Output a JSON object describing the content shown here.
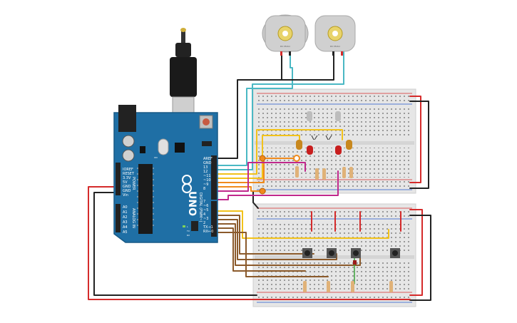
{
  "arduino": {
    "logo_text": "UNO",
    "power_labels": [
      "IOREF",
      "RESET",
      "3.3V",
      "5V",
      "GND",
      "GND",
      "Vin"
    ],
    "power_header": "POWER",
    "analog_labels": [
      "A0",
      "A1",
      "A2",
      "A3",
      "A4",
      "A5"
    ],
    "analog_header": "ANALOG IN",
    "digital_labels": [
      "AREF",
      "GND",
      "13",
      "12",
      "~11",
      "~10",
      "~9",
      "8",
      "7",
      "~6",
      "~5",
      "4",
      "~3",
      "2",
      "TX→1",
      "RX←0"
    ],
    "digital_header": "DIGITAL (PWM~)",
    "led_labels": [
      "L",
      "TX",
      "RX",
      "ON"
    ]
  },
  "motors": [
    {
      "label": "DC Motor"
    },
    {
      "label": "DC Motor"
    }
  ],
  "colors": {
    "board": "#1f6fa5",
    "breadboard": "#e8e8e8",
    "wire_black": "#222222",
    "wire_red": "#d52b2b",
    "wire_teal": "#4ab8c4",
    "wire_yellow": "#f2c21a",
    "wire_orange": "#f08a1c",
    "wire_brown": "#8b5a2b",
    "wire_magenta": "#c0288c"
  },
  "icons": {
    "usb": "usb-plug-icon",
    "motor": "dc-motor-icon",
    "button": "push-button-icon",
    "led": "led-icon",
    "resistor": "resistor-icon"
  }
}
